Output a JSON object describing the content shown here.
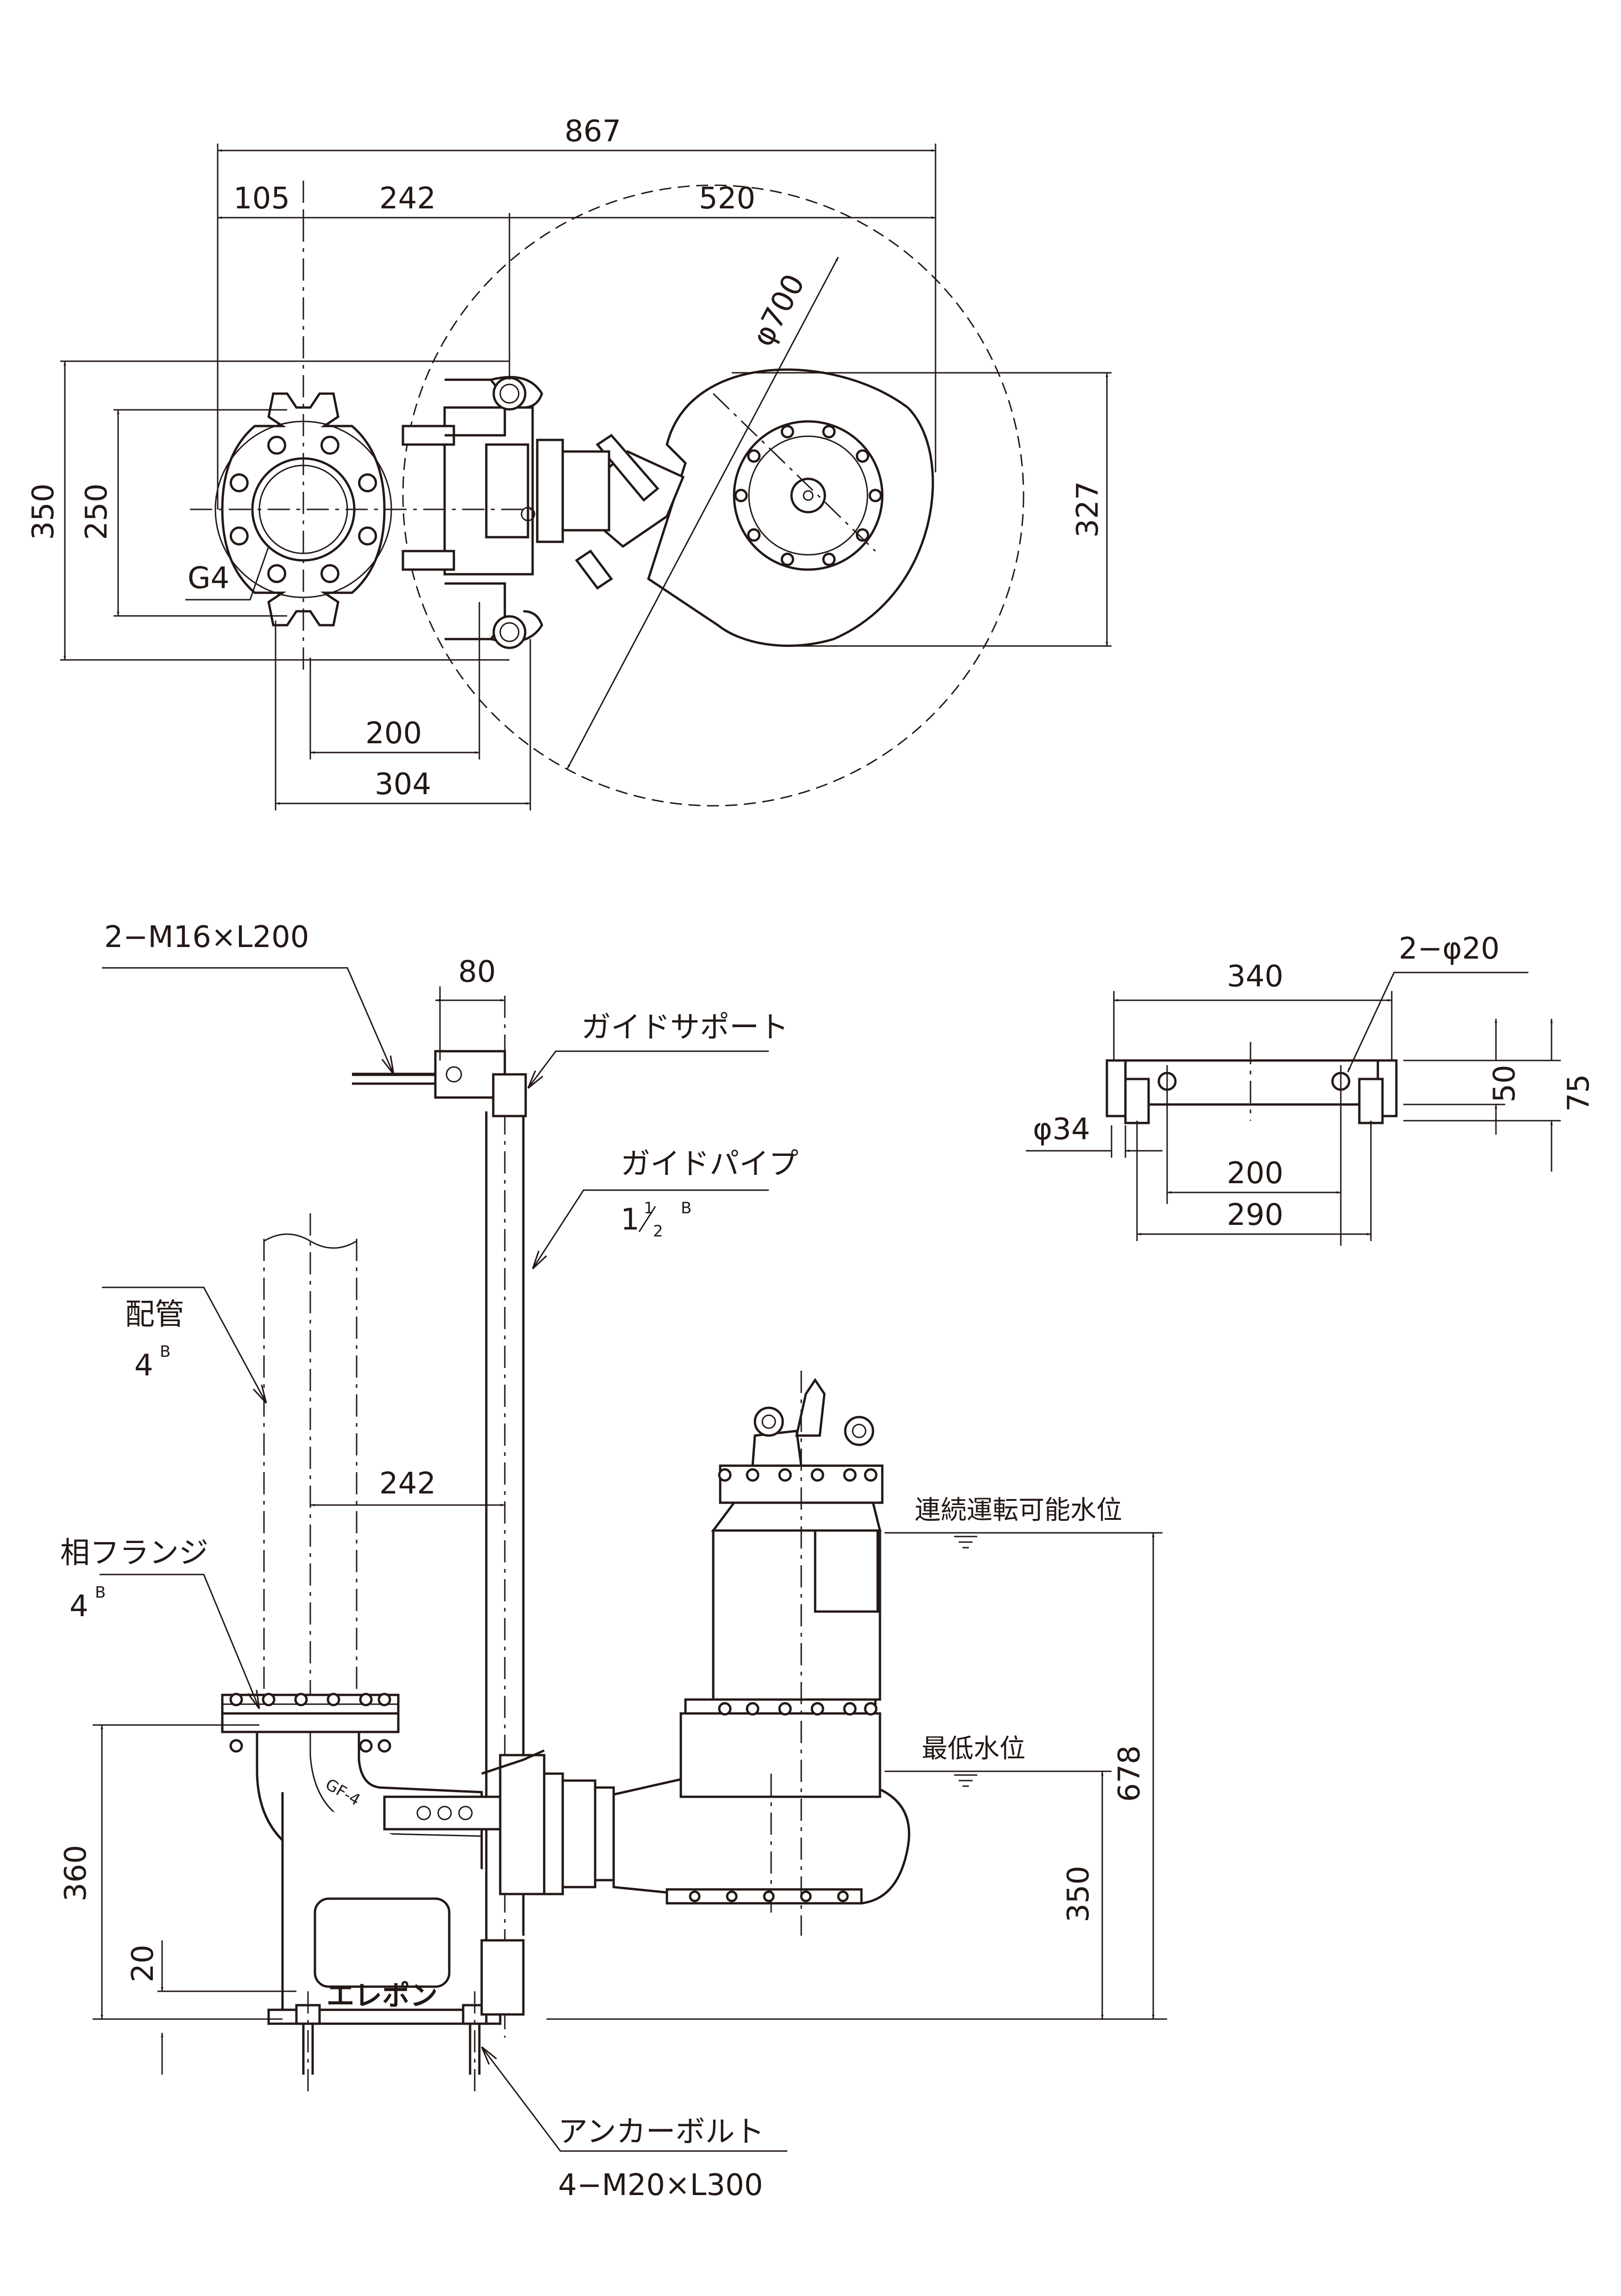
{
  "dimensions": {
    "overall_width": "867",
    "width_105": "105",
    "width_242_top": "242",
    "width_520": "520",
    "diameter_700": "φ700",
    "height_350_top": "350",
    "height_250": "250",
    "height_327": "327",
    "flange_g4": "G4",
    "width_200_top": "200",
    "width_304": "304",
    "width_80": "80",
    "width_242_side": "242",
    "height_360": "360",
    "height_20": "20",
    "height_678": "678",
    "height_350_side": "350",
    "base_340": "340",
    "base_200": "200",
    "base_290": "290",
    "base_50": "50",
    "base_75": "75",
    "base_phi34": "φ34",
    "base_holes": "2−φ20"
  },
  "labels": {
    "guide_bolt": "2−M16×L200",
    "guide_support": "ガイドサポート",
    "guide_pipe": "ガイドパイプ",
    "guide_pipe_size_whole": "1",
    "guide_pipe_size_num": "1",
    "guide_pipe_size_den": "2",
    "guide_pipe_size_unit": "B",
    "piping": "配管",
    "piping_size": "4",
    "piping_size_unit": "B",
    "mating_flange": "相フランジ",
    "mating_flange_size": "4",
    "mating_flange_size_unit": "B",
    "continuous_level": "連続運転可能水位",
    "minimum_level": "最低水位",
    "anchor_bolt": "アンカーボルト",
    "anchor_bolt_spec": "4−M20×L300",
    "model_code": "GF-4"
  },
  "logo_text": "エレポン"
}
